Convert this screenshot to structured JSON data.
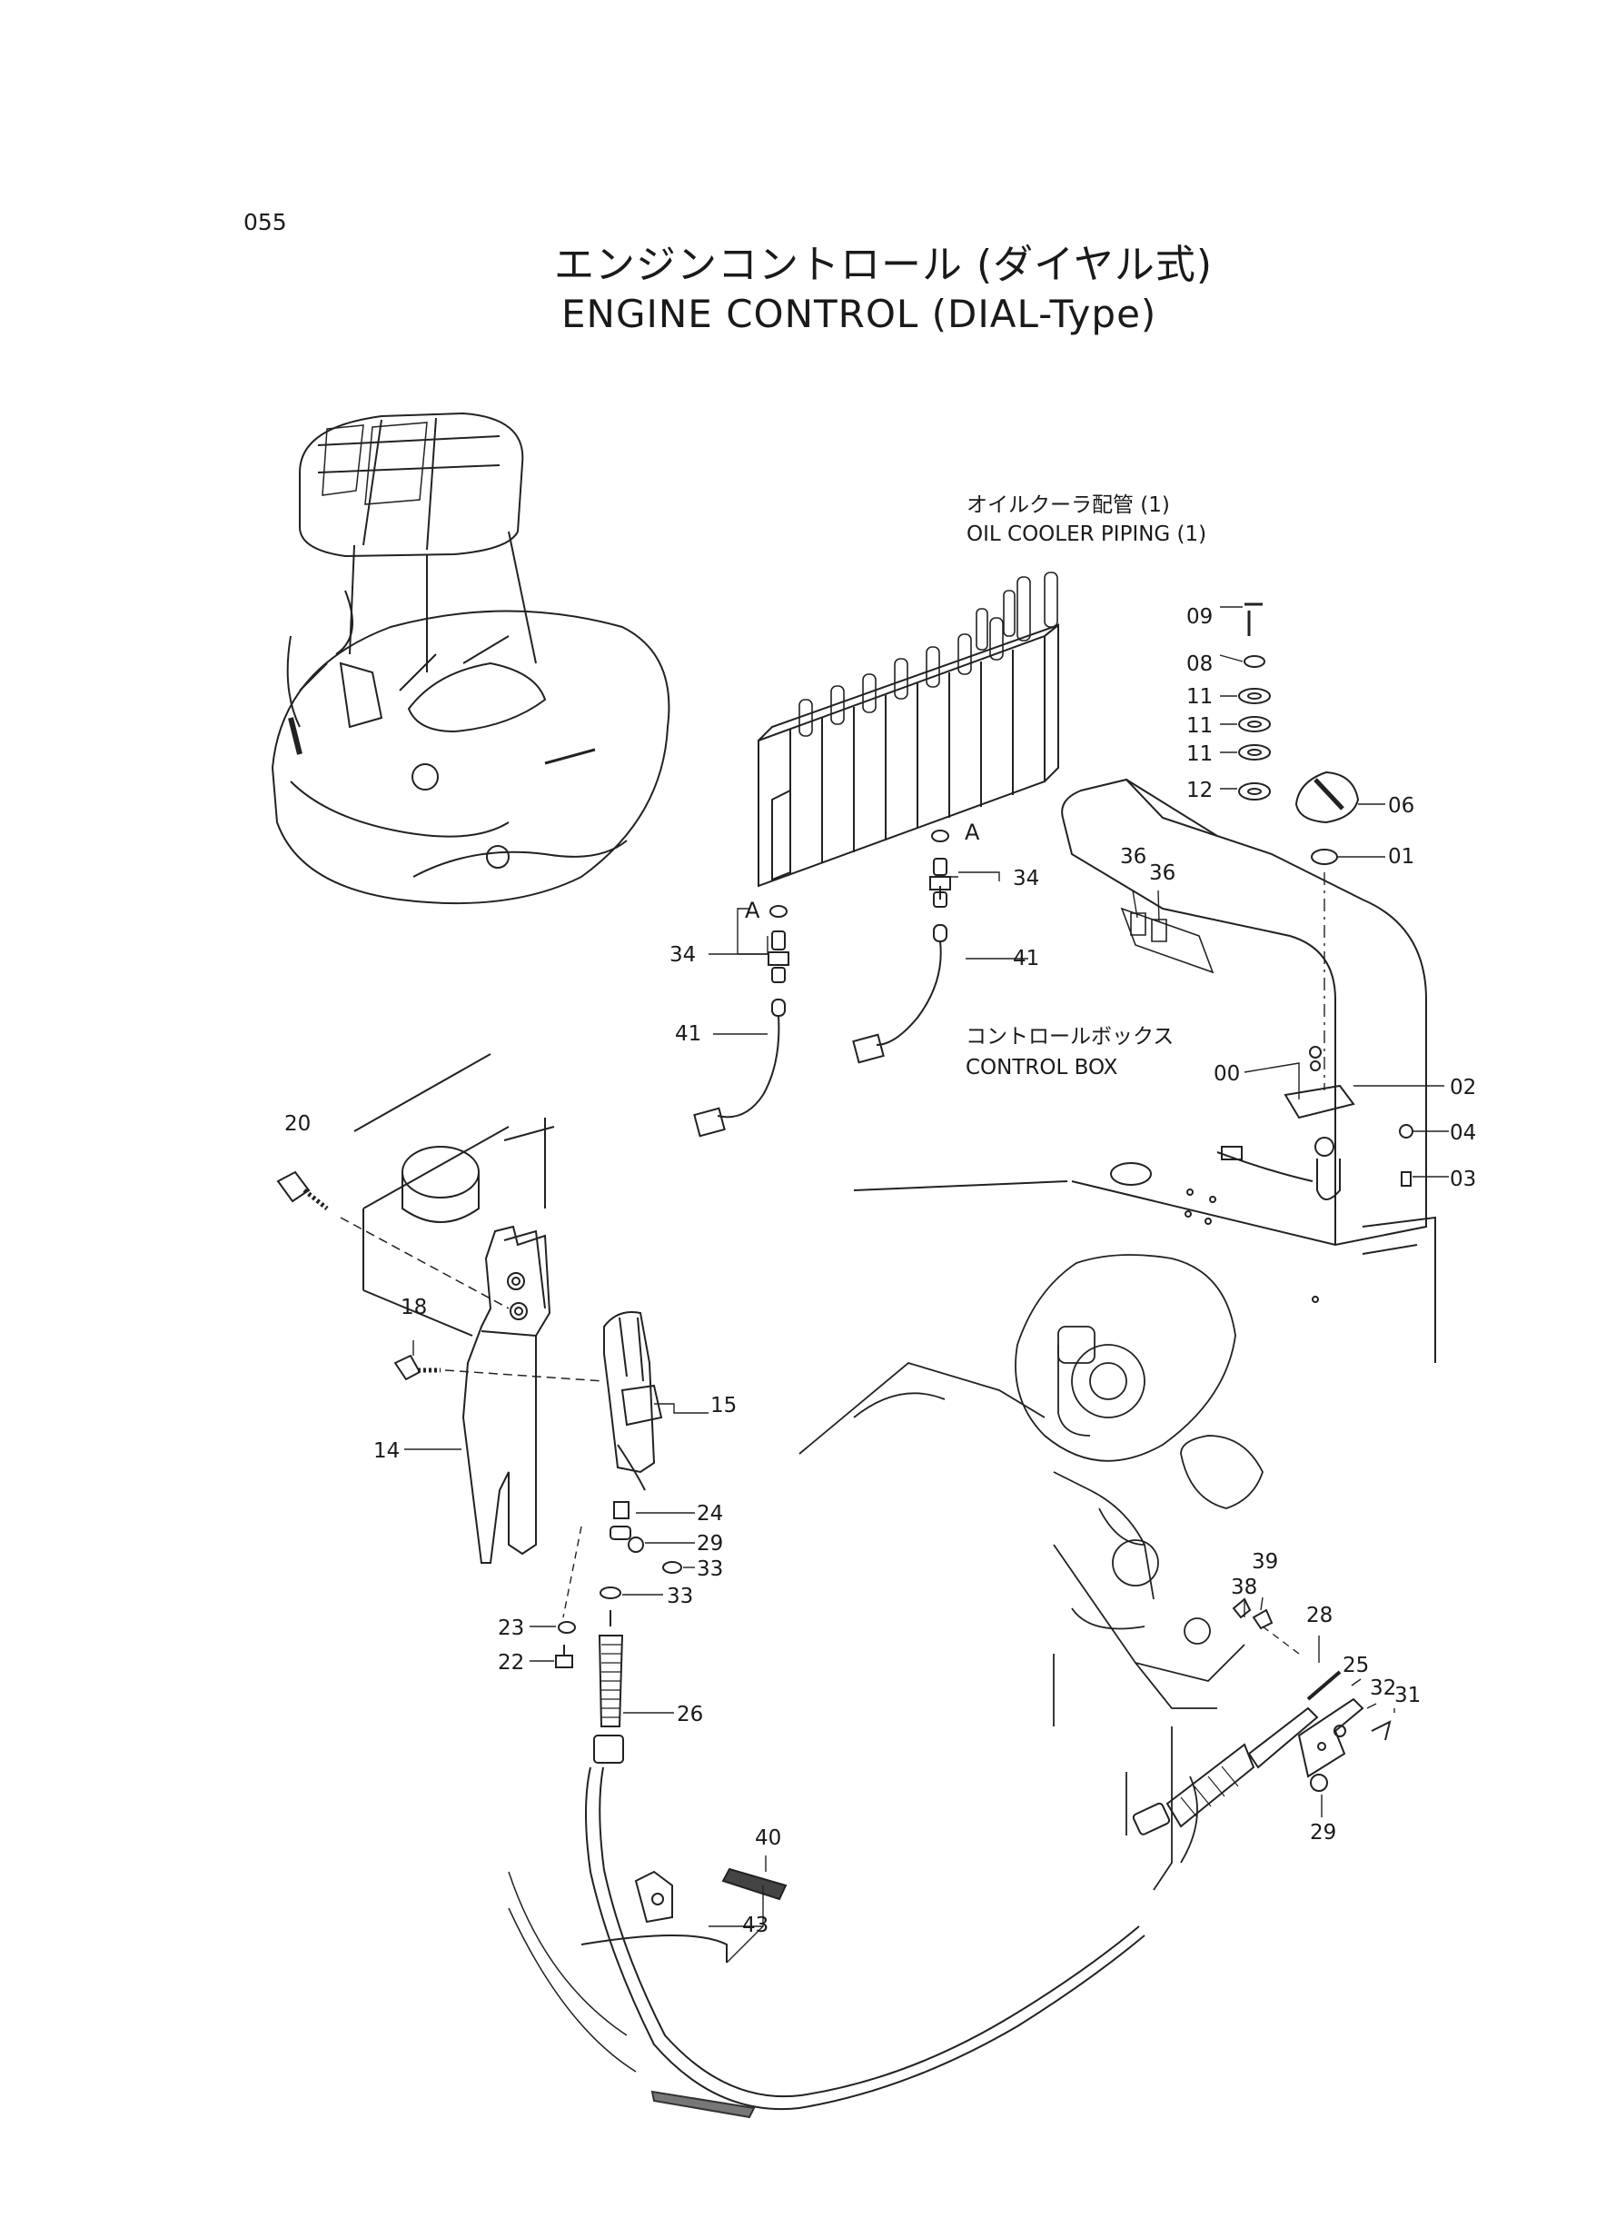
{
  "page_number": "055",
  "title_jp": "エンジンコントロール (ダイヤル式)",
  "title_en": "ENGINE CONTROL (DIAL-Type)",
  "annotations": {
    "oil_cooler_jp": "オイルクーラ配管 (1)",
    "oil_cooler_en": "OIL COOLER PIPING (1)",
    "control_box_jp": "コントロールボックス",
    "control_box_en": "CONTROL BOX"
  },
  "detail_marker": "A",
  "callouts": [
    "09",
    "08",
    "11",
    "11",
    "11",
    "12",
    "06",
    "01",
    "36",
    "36",
    "34",
    "34",
    "41",
    "41",
    "00",
    "02",
    "04",
    "03",
    "20",
    "18",
    "15",
    "14",
    "24",
    "29",
    "33",
    "33",
    "23",
    "22",
    "26",
    "38",
    "39",
    "28",
    "25",
    "32",
    "31",
    "29",
    "40",
    "43"
  ]
}
